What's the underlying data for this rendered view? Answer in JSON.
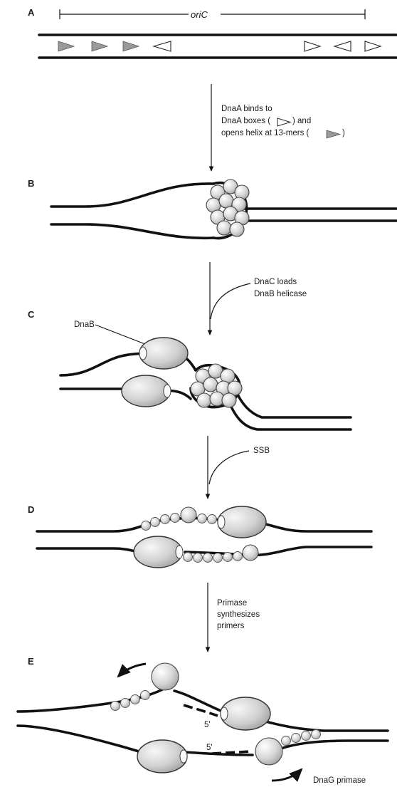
{
  "panels": {
    "a": "A",
    "b": "B",
    "c": "C",
    "d": "D",
    "e": "E"
  },
  "labels": {
    "oric": "oriC",
    "step1_line1": "DnaA binds to",
    "step1_line2": "DnaA boxes (",
    "step1_line2b": ") and",
    "step1_line3": "opens helix at 13-mers (",
    "step1_line3b": ")",
    "step2_line1": "DnaC loads",
    "step2_line2": "DnaB helicase",
    "dnab": "DnaB",
    "step3": "SSB",
    "step4_line1": "Primase",
    "step4_line2": "synthesizes",
    "step4_line3": "primers",
    "five_prime_top": "5'",
    "five_prime_bottom": "5'",
    "dnag": "DnaG primase"
  },
  "colors": {
    "strand": "#111111",
    "protein_light": "#eeeeee",
    "protein_dark": "#a9a9a9",
    "box_13mer_fill": "#9a9a9a"
  }
}
